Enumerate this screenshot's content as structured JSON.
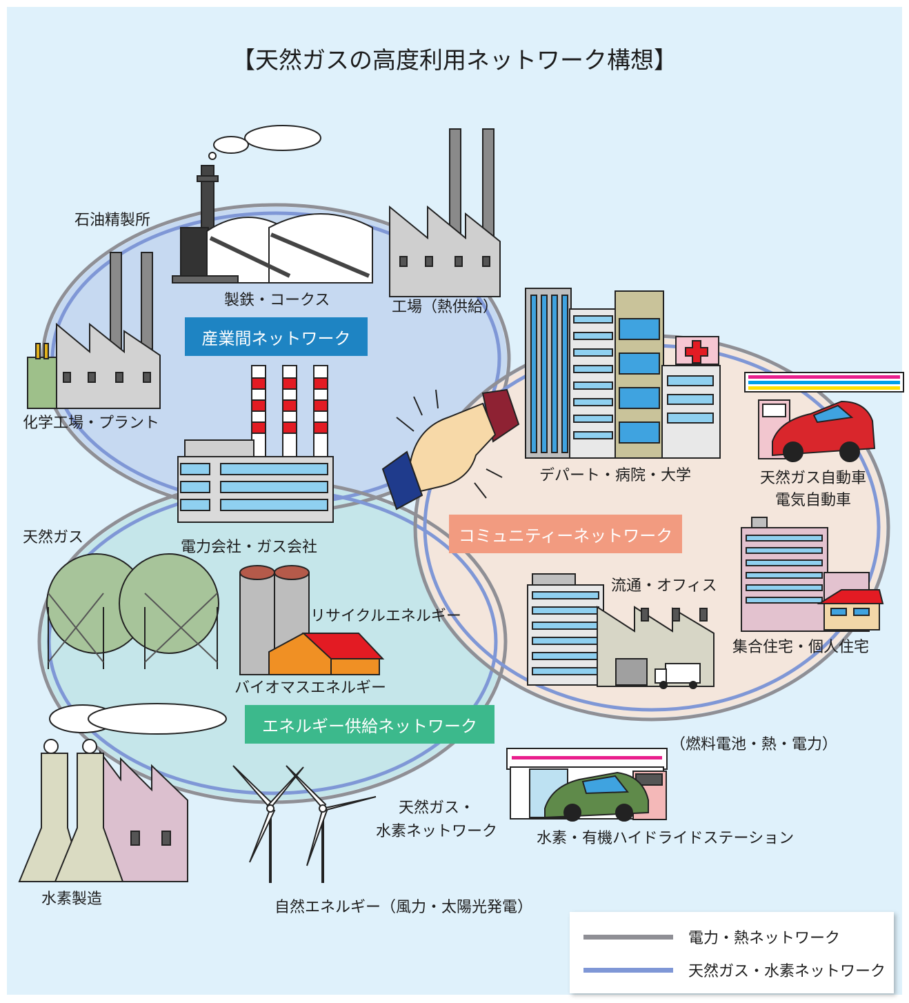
{
  "title": "【天然ガスの高度利用ネットワーク構想】",
  "networks": {
    "industrial": "産業間ネットワーク",
    "community": "コミュニティーネットワーク",
    "energy": "エネルギー供給ネットワーク"
  },
  "labels": {
    "oil_refinery": "石油精製所",
    "steel_coke": "製鉄・コークス",
    "factory_heat": "工場（熱供給）",
    "chemical_plant": "化学工場・プラント",
    "dept_hospital_univ": "デパート・病院・大学",
    "ngv_ev_line1": "天然ガス自動車",
    "ngv_ev_line2": "電気自動車",
    "natural_gas": "天然ガス",
    "power_gas_company": "電力会社・ガス会社",
    "distribution_office": "流通・オフィス",
    "recycle_energy": "リサイクルエネルギー",
    "housing": "集合住宅・個人住宅",
    "biomass": "バイオマスエネルギー",
    "fuelcell_heat_power": "（燃料電池・熱・電力）",
    "hydrogen_station": "水素・有機ハイドライドステーション",
    "gas_h2_net_line1": "天然ガス・",
    "gas_h2_net_line2": "水素ネットワーク",
    "hydrogen_production": "水素製造",
    "natural_energy": "自然エネルギー（風力・太陽光発電）"
  },
  "legend": {
    "power_heat": "電力・熱ネットワーク",
    "gas_hydrogen": "天然ガス・水素ネットワーク"
  },
  "colors": {
    "background": "#dff1fb",
    "power_heat_line": "#8f8f95",
    "gas_hydrogen_line": "#7f97d6",
    "industrial_box": "#1e84c3",
    "community_box": "#f29b80",
    "energy_box": "#3cb98c",
    "industrial_zone": "#c6d9f1",
    "community_zone": "#f4e6dc",
    "energy_zone": "#c5e6ea"
  }
}
